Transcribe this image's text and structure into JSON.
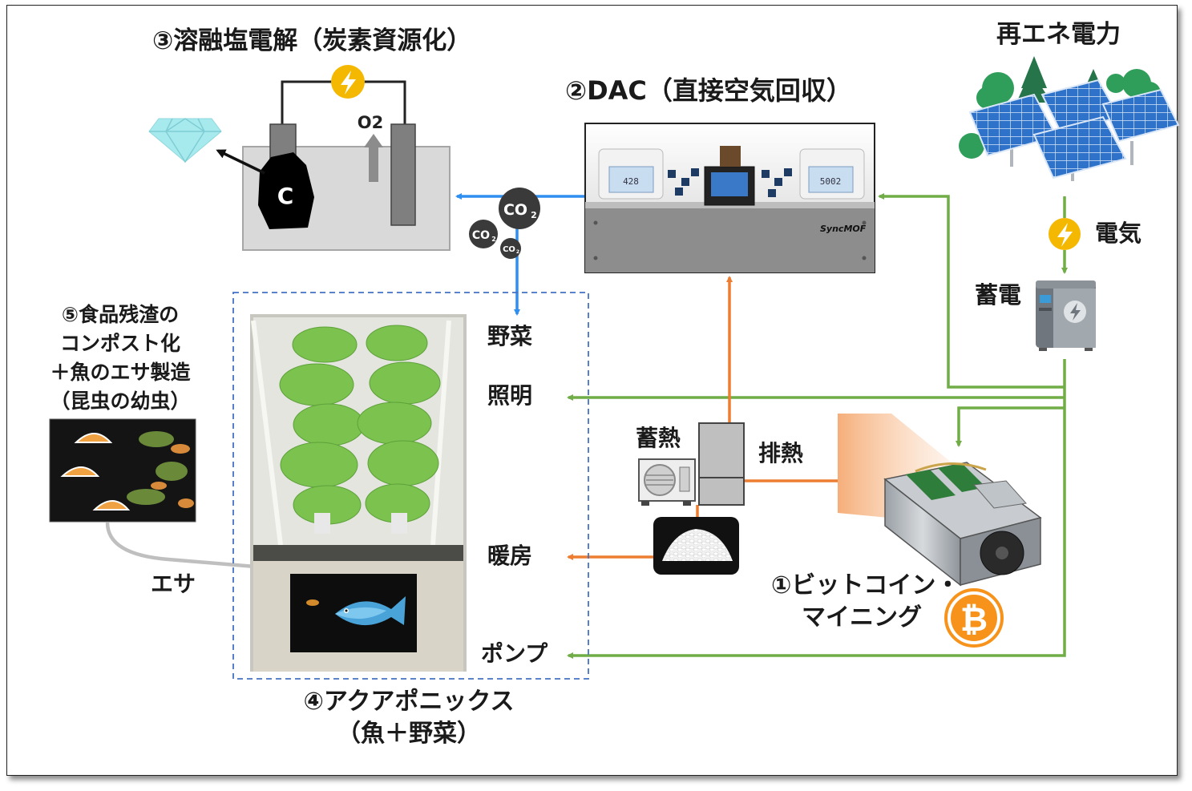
{
  "labels": {
    "molten_salt": "③溶融塩電解（炭素資源化）",
    "dac": "②DAC（直接空気回収）",
    "renewable": "再エネ電力",
    "electricity": "電気",
    "storage_battery": "蓄電",
    "compost_1": "⑤食品残渣の",
    "compost_2": "コンポスト化",
    "compost_3": "＋魚のエサ製造",
    "compost_4": "（昆虫の幼虫）",
    "vegetables": "野菜",
    "lighting": "照明",
    "heating": "暖房",
    "pump": "ポンプ",
    "feed": "エサ",
    "heat_storage": "蓄熱",
    "waste_heat": "排熱",
    "mining_1": "①ビットコイン・",
    "mining_2": "マイニング",
    "aquaponics_1": "④アクアポニックス",
    "aquaponics_2": "（魚＋野菜）"
  },
  "chem": {
    "oxygen": "O2",
    "carbon": "C",
    "co2_main": "CO",
    "co2_sub": "2"
  },
  "device": {
    "brand": "SyncMOF",
    "reading_left": "428",
    "reading_right": "5002"
  },
  "colors": {
    "green_flow": "#70ad47",
    "orange_flow": "#ed7d31",
    "blue_flow": "#2e8ff0",
    "bolt_yellow": "#f5b800",
    "bitcoin": "#f7931a",
    "dashed_box": "#4472c4"
  }
}
